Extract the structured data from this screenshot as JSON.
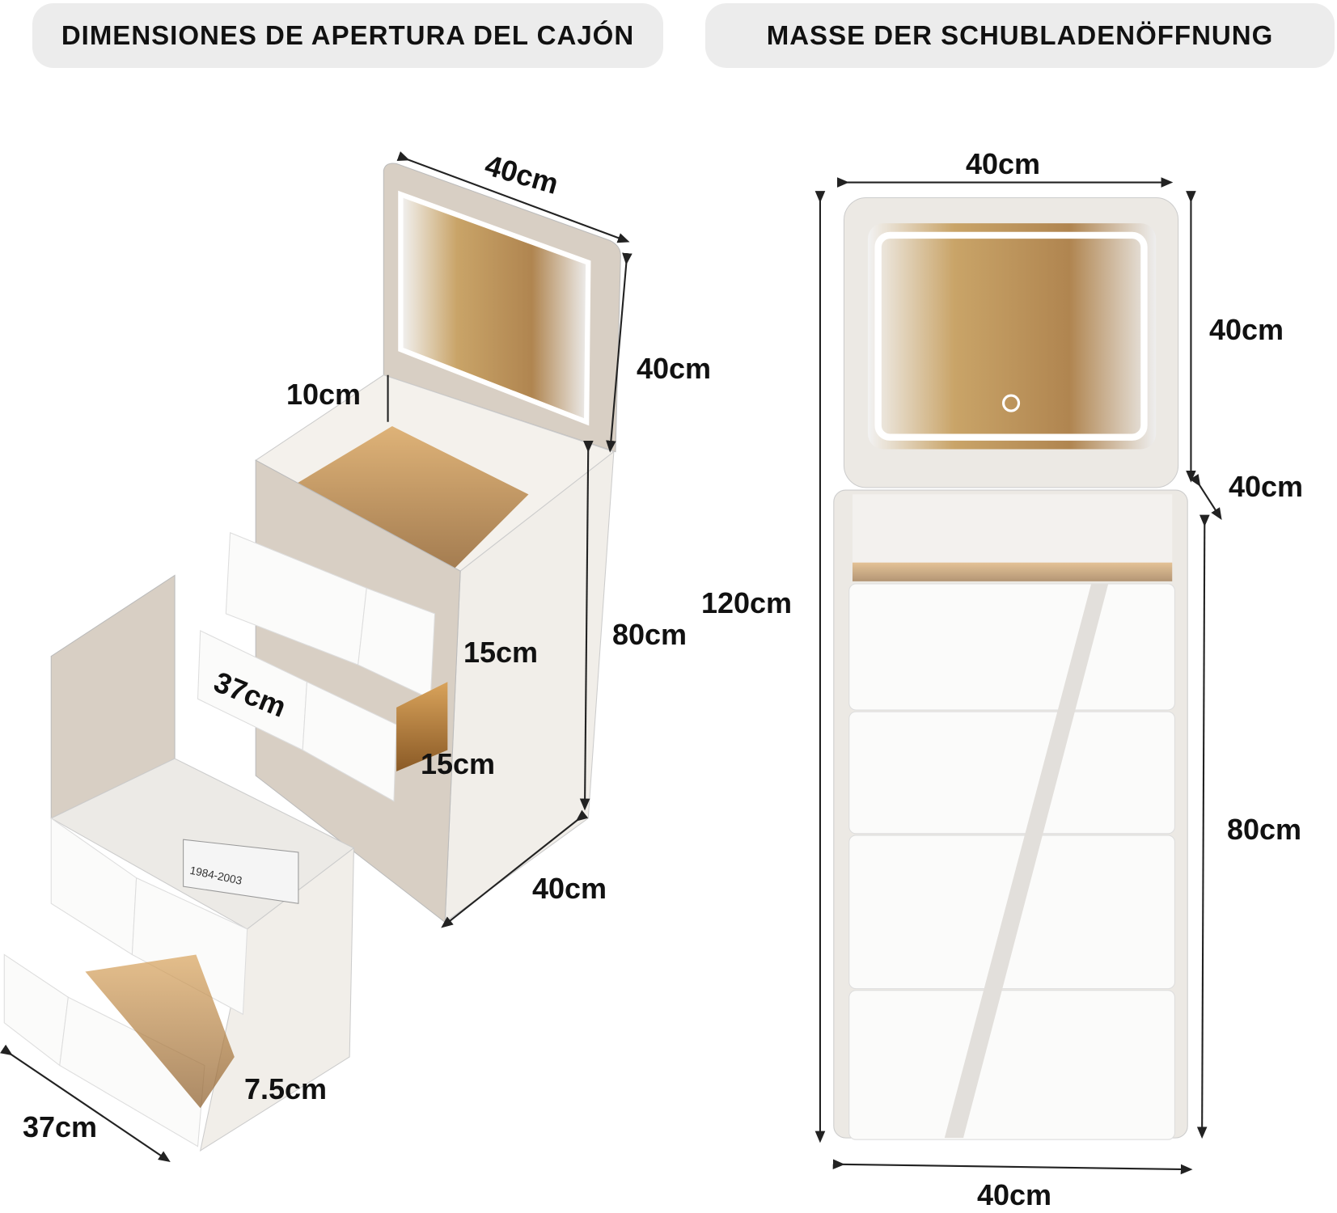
{
  "headers": {
    "left": "DIMENSIONES DE APERTURA DEL CAJÓN",
    "right": "MASSE DER SCHUBLADENÖFFNUNG"
  },
  "left_dimensions": {
    "top_width": "40cm",
    "mirror_height": "40cm",
    "compartment_depth": "10cm",
    "drawer1_height": "15cm",
    "body_height": "80cm",
    "drawer_depth": "37cm",
    "drawer2_height": "15cm",
    "body_depth": "40cm",
    "stool_drawer_height": "7.5cm",
    "stool_depth": "37cm"
  },
  "right_dimensions": {
    "top_width": "40cm",
    "mirror_height": "40cm",
    "depth": "40cm",
    "total_height": "120cm",
    "body_height": "80cm",
    "bottom_width": "40cm"
  },
  "book_text": "1984-2003"
}
